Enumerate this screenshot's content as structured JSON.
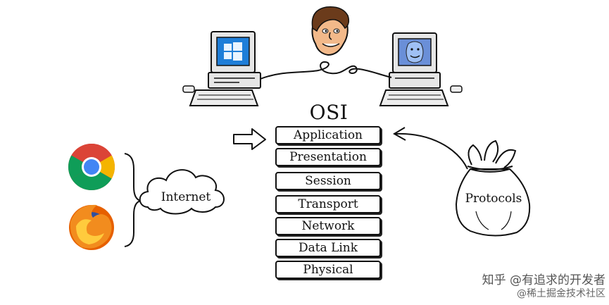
{
  "diagram": {
    "title": "OSI Model",
    "layers": [
      {
        "label": "Application"
      },
      {
        "label": "Presentation"
      },
      {
        "label": "Session"
      },
      {
        "label": "Transport"
      },
      {
        "label": "Network"
      },
      {
        "label": "Data Link"
      },
      {
        "label": "Physical"
      }
    ],
    "cloud_label": "Internet",
    "bag_label": "Protocols",
    "icons": [
      "windows-computer-icon",
      "mac-computer-icon",
      "person-face-icon",
      "chrome-browser-icon",
      "firefox-browser-icon",
      "cloud-icon",
      "sack-icon",
      "arrow-right-icon",
      "curved-arrow-icon",
      "brace-icon"
    ]
  },
  "watermark": {
    "line1": "知乎 @有追求的开发者",
    "line2": "@稀土掘金技术社区"
  }
}
